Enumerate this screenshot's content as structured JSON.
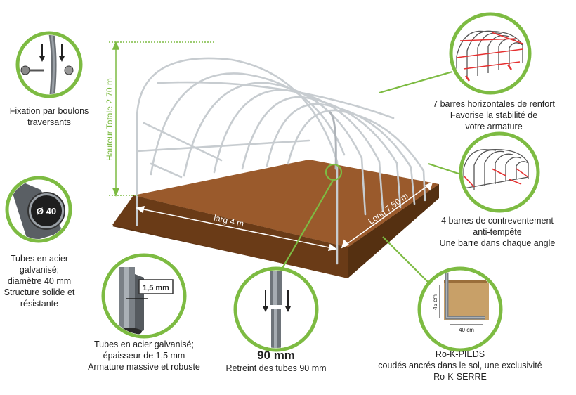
{
  "dimensions": {
    "height": "Hauteur Totale 2,70 m",
    "width": "larg 4 m",
    "length": "Long 7,50 m"
  },
  "insets": {
    "tube_diameter": "Ø 40",
    "tube_thickness": "1,5 mm",
    "foot_height": "45 cm",
    "foot_length": "40 cm"
  },
  "callouts": {
    "bolts": [
      "Fixation par boulons",
      "traversants"
    ],
    "tubes_40": [
      "Tubes en acier",
      "galvanisé;",
      "diamètre 40 mm",
      "Structure solide et",
      "résistante"
    ],
    "tubes_15": [
      "Tubes en acier galvanisé;",
      "épaisseur de 1,5 mm",
      "Armature massive et robuste"
    ],
    "retreint_value": "90 mm",
    "retreint_label": "Retreint des tubes 90 mm",
    "bars7": [
      "7 barres horizontales de renfort",
      "Favorise la stabilité de",
      "votre armature"
    ],
    "bars4": [
      "4 barres de contreventement",
      "anti-tempête",
      "Une barre dans chaque angle"
    ],
    "feet": [
      "Ro-K-PIEDS",
      "coudés ancrés dans le sol, une exclusivité",
      "Ro-K-SERRE"
    ]
  },
  "colors": {
    "green": "#7dbb42",
    "soil": "#9a5a2c",
    "soil_dark": "#5e3414",
    "frame": "#c7ccd0",
    "reinforcement": "#e53030"
  }
}
